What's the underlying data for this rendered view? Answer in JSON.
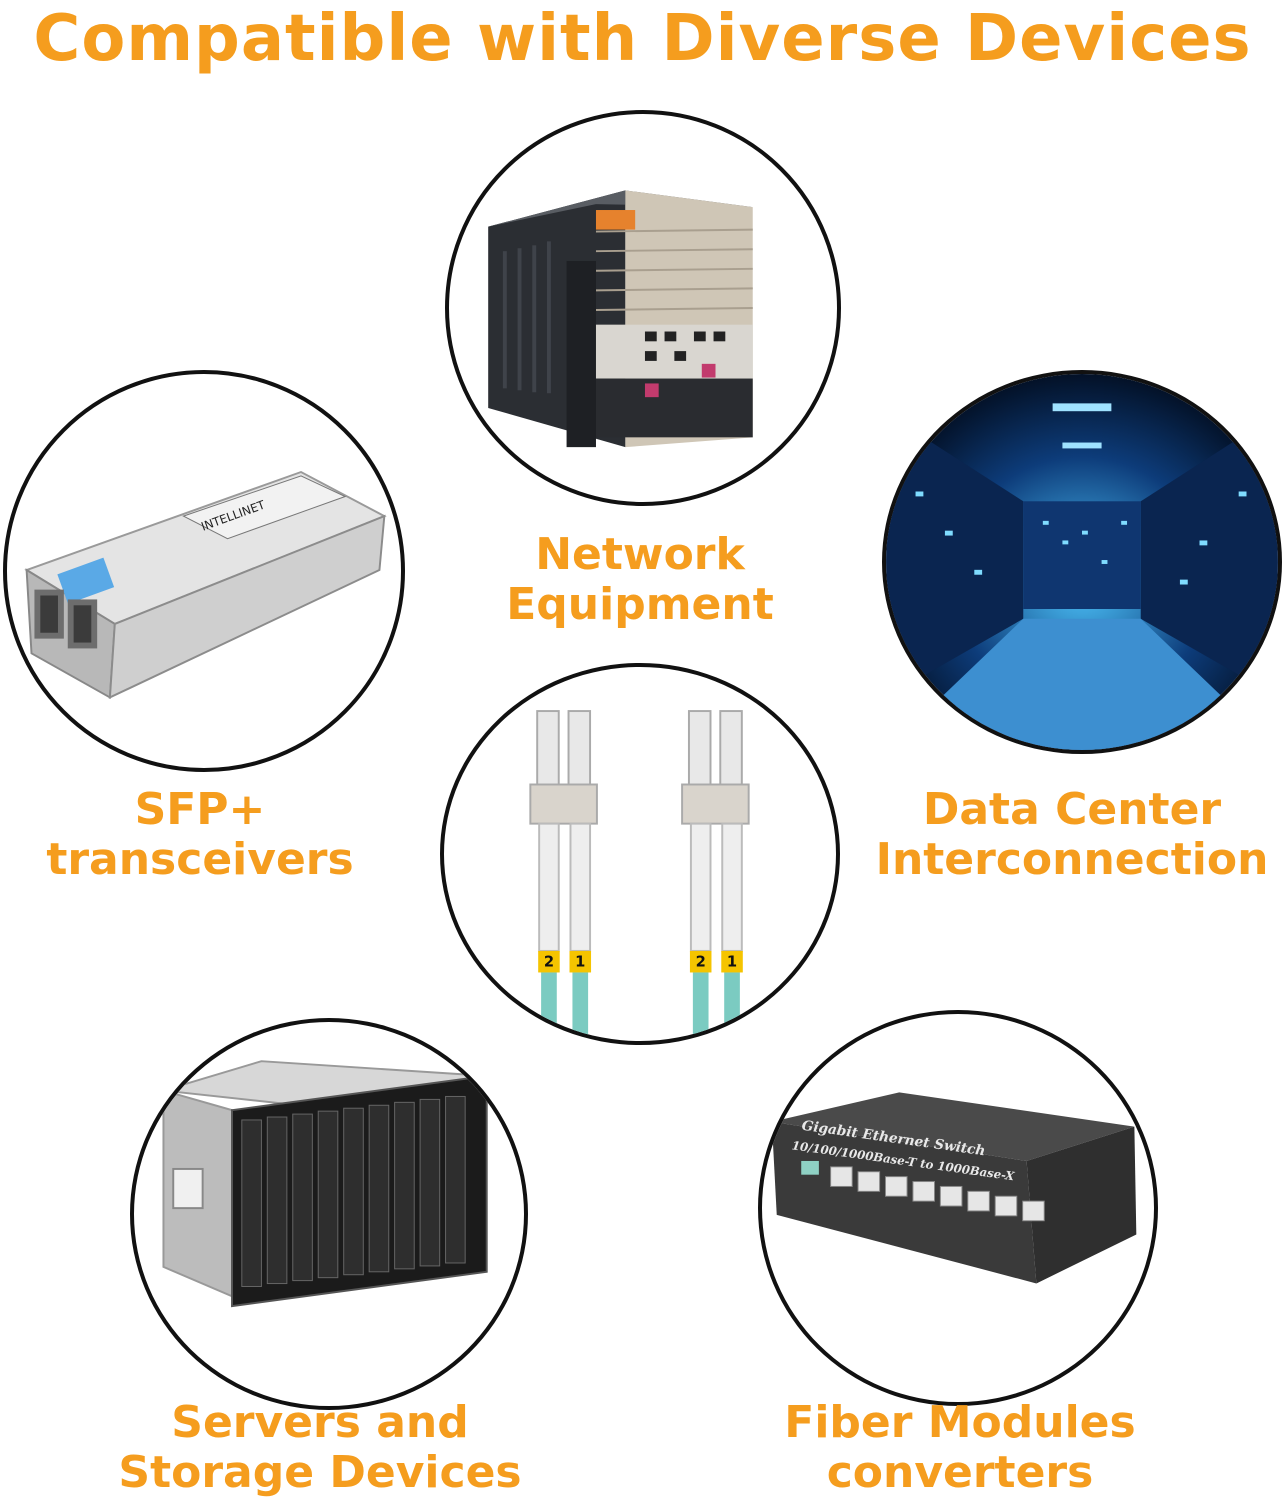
{
  "title": "Compatible with Diverse Devices",
  "accent_color": "#f59d1e",
  "devices": [
    {
      "icon": "network-chassis-icon",
      "line1": "Network",
      "line2": "Equipment"
    },
    {
      "icon": "sfp-transceiver-icon",
      "line1": "SFP+",
      "line2": "transceivers"
    },
    {
      "icon": "data-center-icon",
      "line1": "Data Center",
      "line2": "Interconnection"
    },
    {
      "icon": "lc-fiber-cable-icon",
      "connector_labels": [
        "2",
        "1",
        "2",
        "1"
      ]
    },
    {
      "icon": "storage-server-icon",
      "line1": "Servers and",
      "line2": "Storage Devices"
    },
    {
      "icon": "ethernet-switch-icon",
      "line1": "Fiber Modules",
      "line2": "converters",
      "device_text1": "Gigabit Ethernet Switch",
      "device_text2": "10/100/1000Base-T to 1000Base-X"
    }
  ]
}
